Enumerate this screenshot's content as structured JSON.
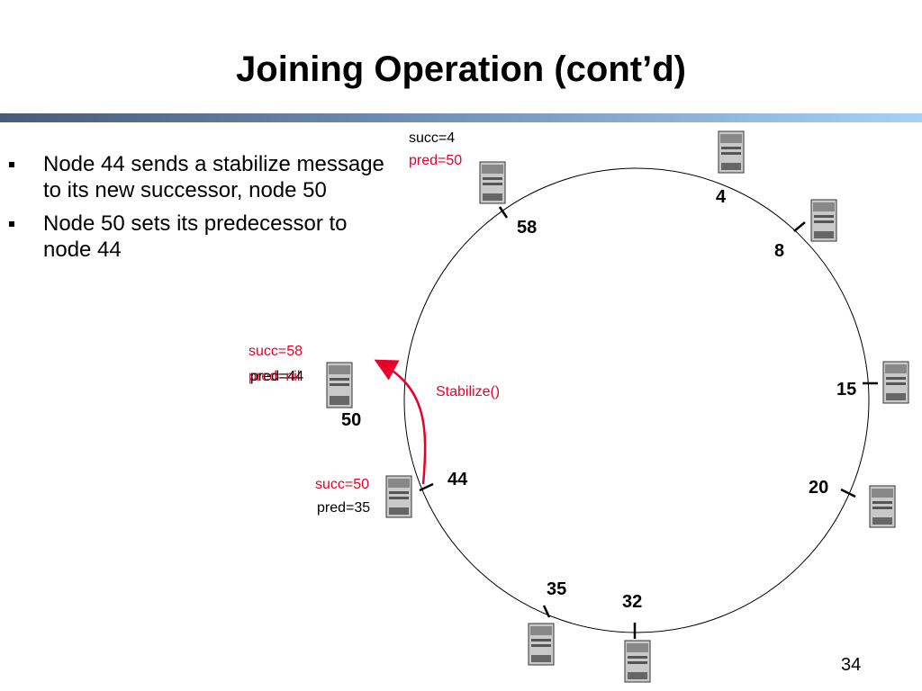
{
  "slide": {
    "title": "Joining Operation (cont’d)",
    "page_number": "34"
  },
  "bullets": [
    "Node 44 sends a stabilize message to its new successor, node 50",
    "Node 50 sets its predecessor to node 44"
  ],
  "nodes": {
    "n4": "4",
    "n8": "8",
    "n15": "15",
    "n20": "20",
    "n32": "32",
    "n35": "35",
    "n44": "44",
    "n50": "50",
    "n58": "58"
  },
  "labels": {
    "n58_succ": "succ=4",
    "n58_pred": "pred=50",
    "n50_succ": "succ=58",
    "n50_pred_old": "pred=nil",
    "n50_pred_new": "pred=44",
    "n44_succ": "succ=50",
    "n44_pred": "pred=35",
    "stabilize": "Stabilize()"
  },
  "colors": {
    "accent_red": "#e8002a",
    "band_dark": "#4a5a77",
    "band_light": "#a9d0f2"
  }
}
